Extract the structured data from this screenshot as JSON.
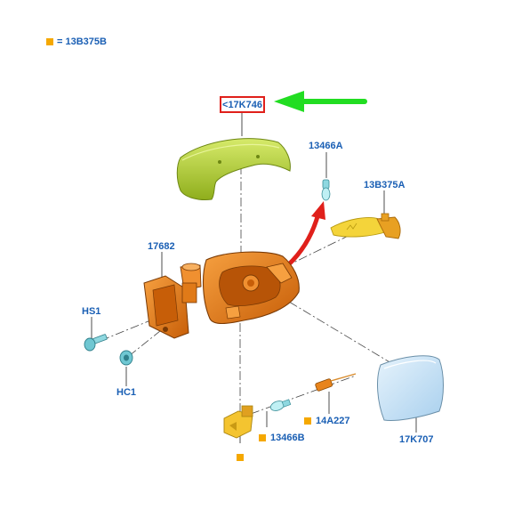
{
  "legend": {
    "text": "= 13B375B",
    "marker_color": "#f5a800"
  },
  "highlighted_part": {
    "label": "<17K746",
    "box_color": "#e0201b",
    "arrow_color": "#22dd22"
  },
  "parts": {
    "mirror_cap": "<17K746",
    "bulb": "13466A",
    "indicator_lamp": "13B375A",
    "motor": "17682",
    "screw": "HS1",
    "clip": "HC1",
    "lamp_socket_bulb": "13466B",
    "wire": "14A227",
    "mirror_glass": "17K707"
  },
  "colors": {
    "label_text": "#1a5fb4",
    "marker": "#f5a800",
    "housing": "#e87a10",
    "cap": "#b6d23a",
    "glass": "#cfe6f7",
    "indicator": "#f4d43a",
    "fastener": "#8fd8e0",
    "red_arrow": "#e0201b"
  }
}
